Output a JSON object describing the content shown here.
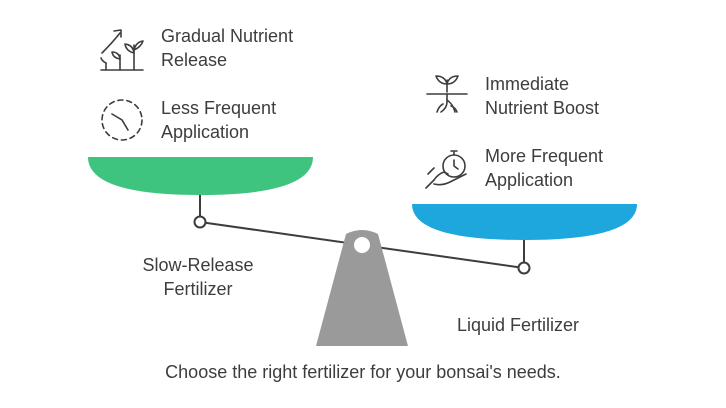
{
  "left_pan": {
    "color": "#3ec47f",
    "items": [
      {
        "line1": "Gradual Nutrient",
        "line2": "Release",
        "icon": "plant-growth-icon"
      },
      {
        "line1": "Less Frequent",
        "line2": "Application",
        "icon": "clock-icon"
      }
    ],
    "label_line1": "Slow-Release",
    "label_line2": "Fertilizer"
  },
  "right_pan": {
    "color": "#1ea7dc",
    "items": [
      {
        "line1": "Immediate",
        "line2": "Nutrient Boost",
        "icon": "sprout-roots-icon"
      },
      {
        "line1": "More Frequent",
        "line2": "Application",
        "icon": "hand-stopwatch-icon"
      }
    ],
    "label": "Liquid Fertilizer"
  },
  "fulcrum_color": "#9a9a9a",
  "caption": "Choose the right fertilizer for your bonsai's needs."
}
